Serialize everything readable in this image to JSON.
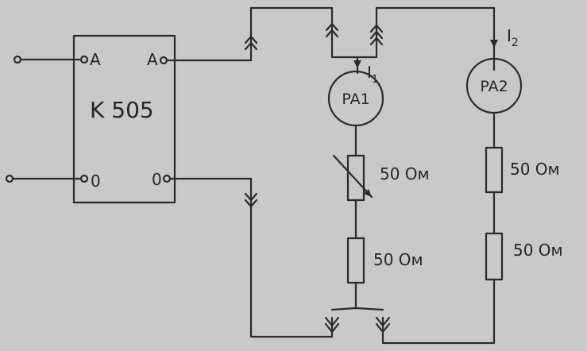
{
  "device": {
    "name": "K 505",
    "pin_a_left": "A",
    "pin_a_right": "A",
    "pin_0_left": "0",
    "pin_0_right": "0"
  },
  "meters": {
    "pa1": "PA1",
    "pa2": "PA2"
  },
  "currents": {
    "i1": "I",
    "i1_sub": "1",
    "i2": "I",
    "i2_sub": "2"
  },
  "resistors": {
    "r1": "50 Ом",
    "r2": "50 Ом",
    "r3": "50 Ом",
    "r4": "50 Ом"
  }
}
